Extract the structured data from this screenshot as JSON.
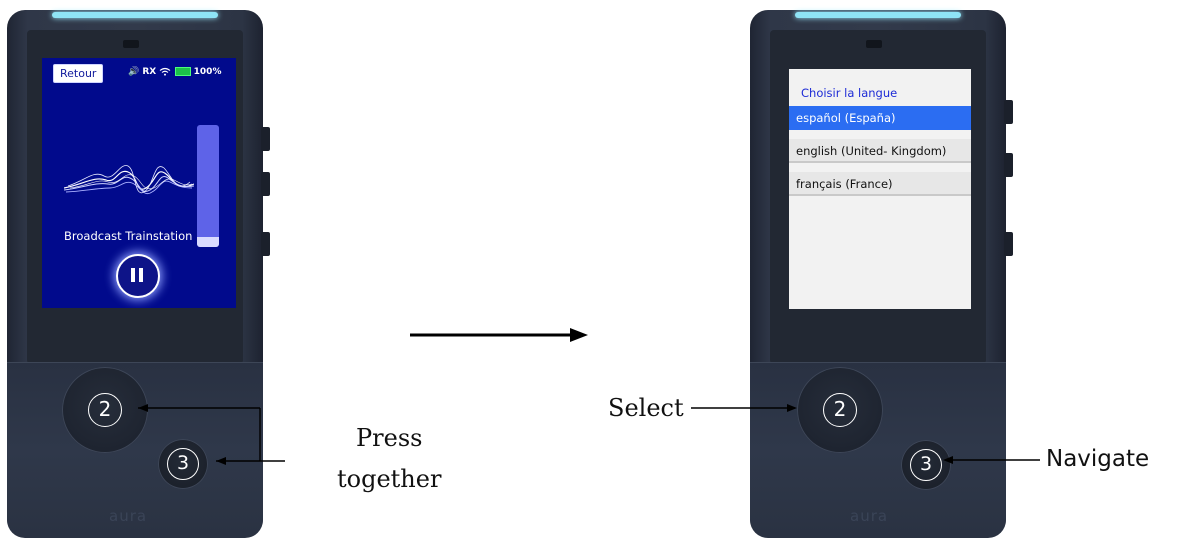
{
  "device_left": {
    "screen": {
      "back_button": "Retour",
      "status_rx": "RX",
      "battery_percent": "100%",
      "channel_name": "Broadcast Trainstation",
      "volume_level": 0.08
    },
    "button_2": "2",
    "button_3": "3",
    "brand": "aura"
  },
  "device_right": {
    "screen": {
      "title": "Choisir la langue",
      "languages": [
        "español (España)",
        "english (United- Kingdom)",
        "français (France)"
      ],
      "selected_index": 0
    },
    "button_2": "2",
    "button_3": "3",
    "brand": "aura"
  },
  "annotations": {
    "press_line1": "Press",
    "press_line2": "together",
    "select": "Select",
    "navigate": "Navigate"
  },
  "colors": {
    "screen_blue": "#010a8c",
    "selection_blue": "#2b6df2",
    "led_cyan": "#8fe4f6",
    "device_body": "#323a4b"
  },
  "icons": [
    "speaker-icon",
    "wifi-icon",
    "battery-icon",
    "soundwave-icon",
    "pause-icon",
    "arrow-right-icon"
  ]
}
